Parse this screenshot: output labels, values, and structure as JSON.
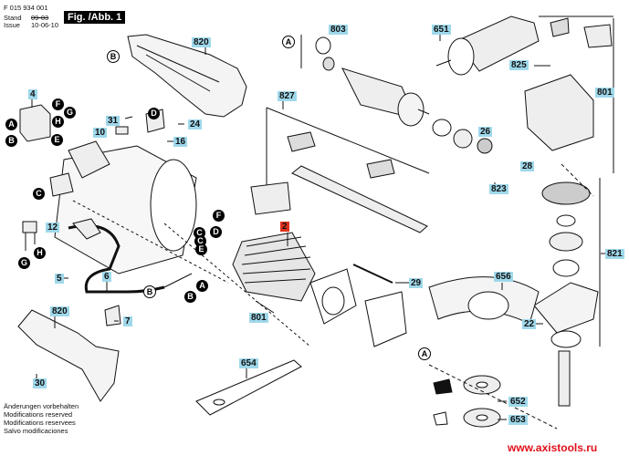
{
  "header": {
    "doc_number": "F 015 934 001",
    "stand_label": "Stand",
    "issue_label": "Issue",
    "old_date": "09-03",
    "date": "10-06-10",
    "figure_label": "Fig. /Abb. 1"
  },
  "footer": {
    "notes": [
      "Änderungen vorbehalten",
      "Modifications reserved",
      "Modifications reservees",
      "Salvo modificaciones"
    ],
    "url": "www.axistools.ru",
    "url_color": "#e0101a"
  },
  "colors": {
    "label_bg": "#9fd8ea",
    "highlight_bg": "#e0301e"
  },
  "part_labels": [
    {
      "id": "820",
      "name": "part-820-top-housing"
    },
    {
      "id": "803",
      "name": "part-803-bearings"
    },
    {
      "id": "651",
      "name": "part-651-handle"
    },
    {
      "id": "825",
      "name": "part-825-switch-set"
    },
    {
      "id": "4",
      "name": "part-4-switch"
    },
    {
      "id": "31",
      "name": "part-31"
    },
    {
      "id": "24",
      "name": "part-24-screw"
    },
    {
      "id": "10",
      "name": "part-10"
    },
    {
      "id": "16",
      "name": "part-16-brush-holder"
    },
    {
      "id": "827",
      "name": "part-827"
    },
    {
      "id": "801",
      "name": "part-801-right"
    },
    {
      "id": "26",
      "name": "part-26-pinion"
    },
    {
      "id": "28",
      "name": "part-28"
    },
    {
      "id": "823",
      "name": "part-823"
    },
    {
      "id": "2",
      "name": "part-2-field",
      "highlight": true
    },
    {
      "id": "12",
      "name": "part-12-capacitor"
    },
    {
      "id": "821",
      "name": "part-821-gear-set"
    },
    {
      "id": "5",
      "name": "part-5-cable"
    },
    {
      "id": "6",
      "name": "part-6-cable-sleeve"
    },
    {
      "id": "29",
      "name": "part-29-screw"
    },
    {
      "id": "656",
      "name": "part-656-guard"
    },
    {
      "id": "820",
      "name": "part-820-bottom-housing"
    },
    {
      "id": "7",
      "name": "part-7-cable-clamp"
    },
    {
      "id": "801",
      "name": "part-801-motor-housing"
    },
    {
      "id": "22",
      "name": "part-22-screw"
    },
    {
      "id": "30",
      "name": "part-30-screw"
    },
    {
      "id": "654",
      "name": "part-654-spanner"
    },
    {
      "id": "652",
      "name": "part-652-flange"
    },
    {
      "id": "653",
      "name": "part-653-clamp-nut"
    }
  ],
  "connectors": {
    "filled": [
      "F",
      "G",
      "H",
      "E",
      "A",
      "B",
      "D",
      "C",
      "C",
      "G",
      "H",
      "F",
      "D",
      "C",
      "E",
      "A",
      "B"
    ],
    "outline": [
      "A",
      "B",
      "B",
      "A"
    ]
  }
}
